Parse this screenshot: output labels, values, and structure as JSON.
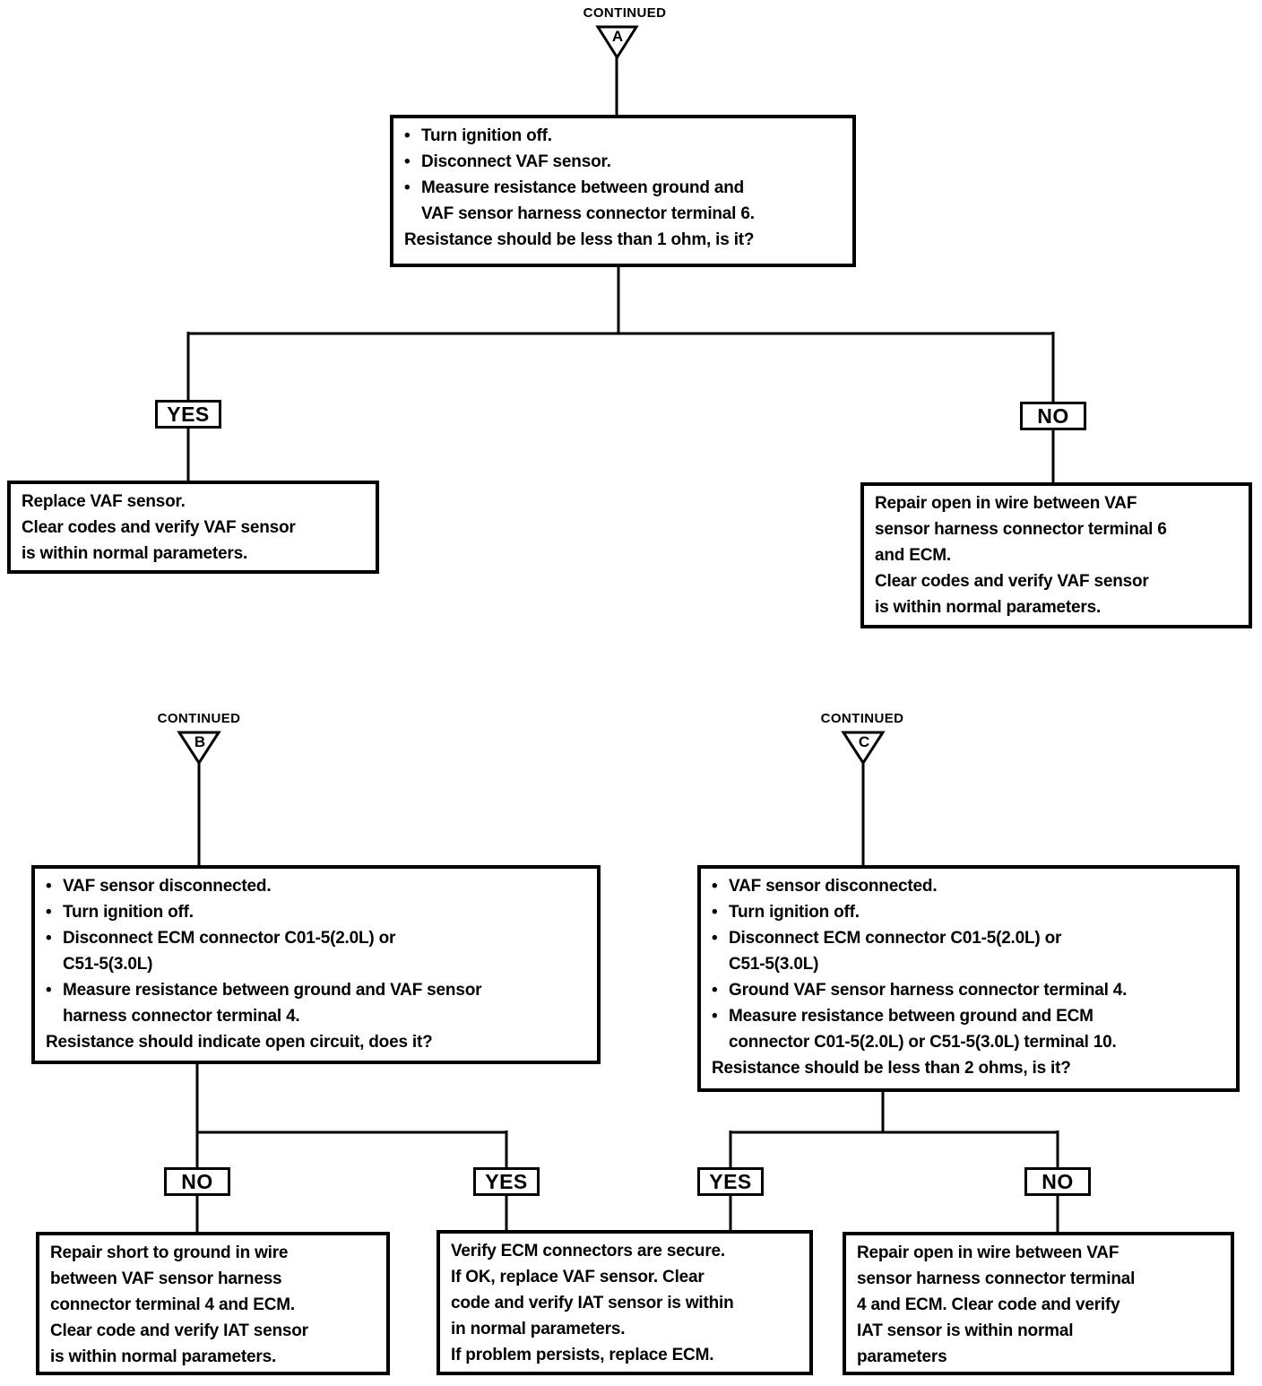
{
  "glyphs": {
    "bullet": "•"
  },
  "colors": {
    "ink": "#000000",
    "paper": "#ffffff"
  },
  "connectors": {
    "a": {
      "label": "CONTINUED",
      "letter": "A"
    },
    "b": {
      "label": "CONTINUED",
      "letter": "B"
    },
    "c": {
      "label": "CONTINUED",
      "letter": "C"
    }
  },
  "branch_labels": {
    "a_yes": "YES",
    "a_no": "NO",
    "b_no": "NO",
    "b_yes": "YES",
    "c_yes": "YES",
    "c_no": "NO"
  },
  "boxes": {
    "a_question": {
      "lines": [
        "Turn ignition off.",
        "Disconnect VAF sensor.",
        "Measure resistance between ground and",
        "VAF sensor harness connector terminal 6.",
        "Resistance should be less than 1 ohm, is it?"
      ]
    },
    "a_yes_result": {
      "lines": [
        "Replace VAF sensor.",
        "Clear codes and verify VAF sensor",
        "is within normal parameters."
      ]
    },
    "a_no_result": {
      "lines": [
        "Repair open in wire between VAF",
        "sensor harness connector terminal 6",
        "and ECM.",
        "Clear codes and verify VAF sensor",
        "is within normal parameters."
      ]
    },
    "b_question": {
      "lines": [
        "VAF sensor disconnected.",
        "Turn ignition off.",
        "Disconnect ECM connector C01-5(2.0L) or",
        "C51-5(3.0L)",
        "Measure resistance between ground and VAF sensor",
        "harness connector terminal 4.",
        "Resistance should indicate open circuit, does it?"
      ]
    },
    "c_question": {
      "lines": [
        "VAF sensor disconnected.",
        "Turn ignition off.",
        "Disconnect ECM connector C01-5(2.0L) or",
        "C51-5(3.0L)",
        "Ground VAF sensor harness connector terminal 4.",
        "Measure resistance between ground and ECM",
        "connector C01-5(2.0L) or C51-5(3.0L) terminal 10.",
        "Resistance should be less than 2 ohms, is it?"
      ]
    },
    "b_no_result": {
      "lines": [
        "Repair short to ground in wire",
        "between VAF sensor harness",
        "connector terminal 4 and ECM.",
        "Clear code and verify IAT sensor",
        "is within normal parameters."
      ]
    },
    "shared_yes_result": {
      "lines": [
        "Verify ECM connectors are secure.",
        "If OK, replace VAF sensor. Clear",
        "code and verify IAT sensor is within",
        "in normal parameters.",
        "If problem persists, replace ECM."
      ]
    },
    "c_no_result": {
      "lines": [
        "Repair open in wire between VAF",
        "sensor harness connector terminal",
        "4 and ECM. Clear code and verify",
        "IAT sensor is within normal",
        "parameters"
      ]
    }
  }
}
